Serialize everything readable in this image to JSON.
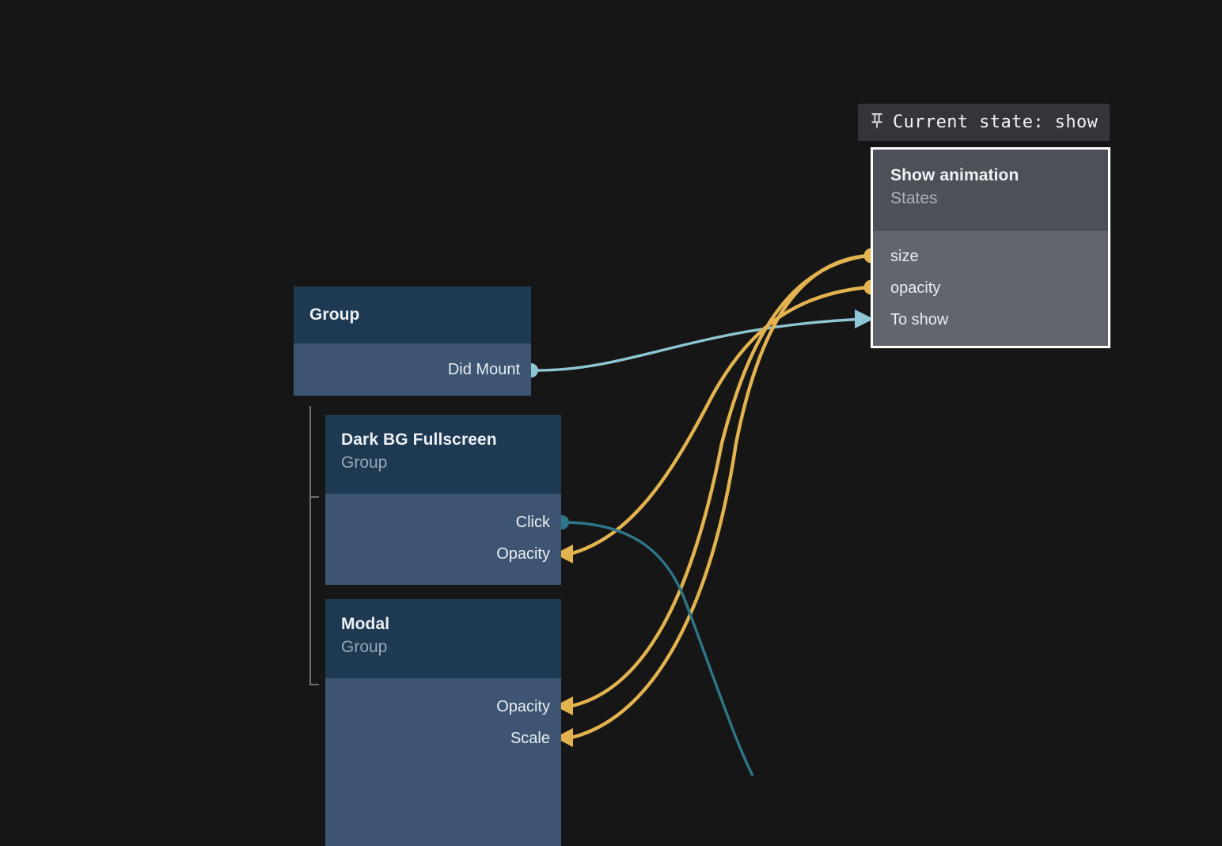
{
  "canvas": {
    "background": "#161616",
    "wire_colors": {
      "event_light": "#8fc6d6",
      "event_deep": "#2e7688",
      "value_orange": "#e3b34f"
    }
  },
  "tooltip": {
    "icon": "pin-icon",
    "text": "Current state: show",
    "background": "#33353a"
  },
  "nodes": [
    {
      "id": "group",
      "title": "Group",
      "subtitle": "",
      "header_color": "#1e3a52",
      "body_color": "#3d5573",
      "selected": false,
      "ports": [
        {
          "label": "Did Mount",
          "side": "right",
          "marker": "dot",
          "color": "#8fc6d6"
        }
      ]
    },
    {
      "id": "darkbg",
      "title": "Dark BG Fullscreen",
      "subtitle": "Group",
      "header_color": "#1e3a52",
      "body_color": "#3d5573",
      "selected": false,
      "ports": [
        {
          "label": "Click",
          "side": "right",
          "marker": "dot",
          "color": "#2e7688"
        },
        {
          "label": "Opacity",
          "side": "right",
          "marker": "arrow-in",
          "color": "#e3b34f"
        }
      ]
    },
    {
      "id": "modal",
      "title": "Modal",
      "subtitle": "Group",
      "header_color": "#1e3a52",
      "body_color": "#3d5573",
      "selected": false,
      "ports": [
        {
          "label": "Opacity",
          "side": "right",
          "marker": "arrow-in",
          "color": "#e3b34f"
        },
        {
          "label": "Scale",
          "side": "right",
          "marker": "arrow-in",
          "color": "#e3b34f"
        }
      ]
    },
    {
      "id": "states",
      "title": "Show animation",
      "subtitle": "States",
      "header_color": "#4c5059",
      "body_color": "#62656e",
      "selected": true,
      "selection_color": "#ffffff",
      "ports": [
        {
          "label": "size",
          "side": "left",
          "marker": "dot",
          "color": "#e3b34f"
        },
        {
          "label": "opacity",
          "side": "left",
          "marker": "dot",
          "color": "#e3b34f"
        },
        {
          "label": "To show",
          "side": "left",
          "marker": "arrow-right",
          "color": "#8fc6d6"
        }
      ]
    }
  ],
  "connections": [
    {
      "from": "group.Did Mount",
      "to": "states.To show",
      "color": "#8fc6d6"
    },
    {
      "from": "states.size",
      "to": "modal.Scale",
      "color": "#e3b34f"
    },
    {
      "from": "states.size",
      "to": "modal.Opacity",
      "color": "#e3b34f"
    },
    {
      "from": "states.opacity",
      "to": "darkbg.Opacity",
      "color": "#e3b34f"
    },
    {
      "from": "darkbg.Click",
      "to": "offscreen-bottom",
      "color": "#2e7688"
    }
  ]
}
